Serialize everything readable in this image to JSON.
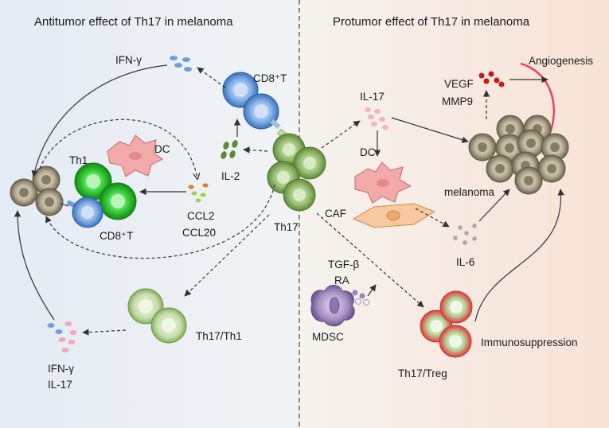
{
  "left_panel": {
    "title": "Antitumor effect of Th17 in melanoma",
    "labels": {
      "ifn_top": "IFN-γ",
      "cd8_top": "CD8⁺T",
      "il2": "IL-2",
      "th1": "Th1",
      "dc": "DC",
      "ccl2": "CCL2",
      "ccl20": "CCL20",
      "cd8_bottom": "CD8⁺T",
      "th17": "Th17",
      "th17_th1": "Th17/Th1",
      "ifn_bottom": "IFN-γ",
      "il17_bottom": "IL-17"
    }
  },
  "right_panel": {
    "title": "Protumor effect of Th17 in melanoma",
    "labels": {
      "il17": "IL-17",
      "dc": "DC",
      "caf": "CAF",
      "vegf": "VEGF",
      "mmp9": "MMP9",
      "angiogenesis": "Angiogenesis",
      "melanoma": "melanoma",
      "il6": "IL-6",
      "tgfb": "TGF-β",
      "ra": "RA",
      "mdsc": "MDSC",
      "th17_treg": "Th17/Treg",
      "immunosuppression": "Immunosuppression"
    }
  },
  "colors": {
    "left_bg": "#e9eef5",
    "right_bg": "#f7e9e1",
    "tumor_cell": "#a39b85",
    "th17_cell": "#8fb26a",
    "cd8_cell": "#6f9fd8",
    "th1_cell": "#3fbf3f",
    "dc_cell": "#f2a9a9",
    "caf_cell": "#f5c49a",
    "mdsc_cell": "#a08cb8",
    "treg_cell": "#e84a4a",
    "vessel": "#e8485a"
  }
}
